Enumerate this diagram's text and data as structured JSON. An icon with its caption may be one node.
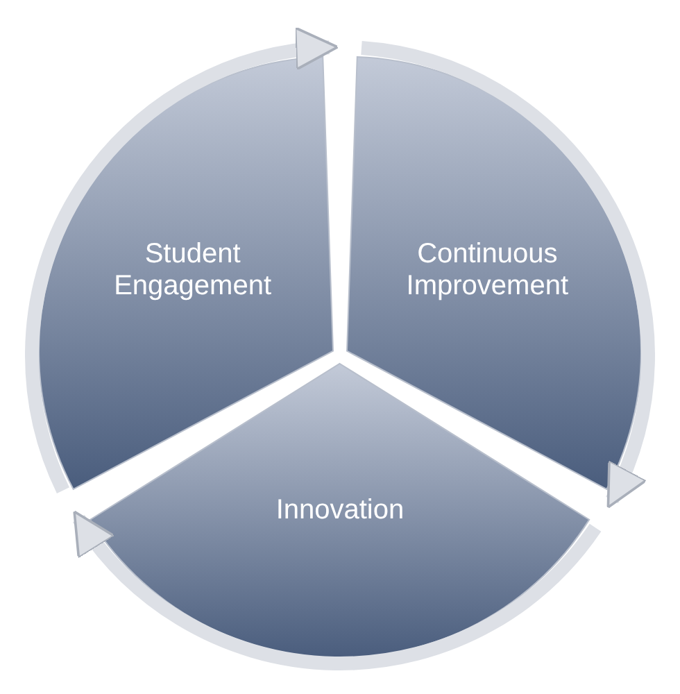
{
  "diagram": {
    "nodes": [
      {
        "text": [
          "Student Engagement"
        ]
      },
      {
        "text": [
          "Continuous Improvement"
        ]
      },
      {
        "text": [
          "Innovation"
        ]
      }
    ],
    "edges": [
      {
        "from": 0,
        "to": 1,
        "arrow": "to"
      },
      {
        "from": 1,
        "to": 2,
        "arrow": "to"
      },
      {
        "from": 2,
        "to": 0,
        "arrow": "to"
      }
    ]
  }
}
